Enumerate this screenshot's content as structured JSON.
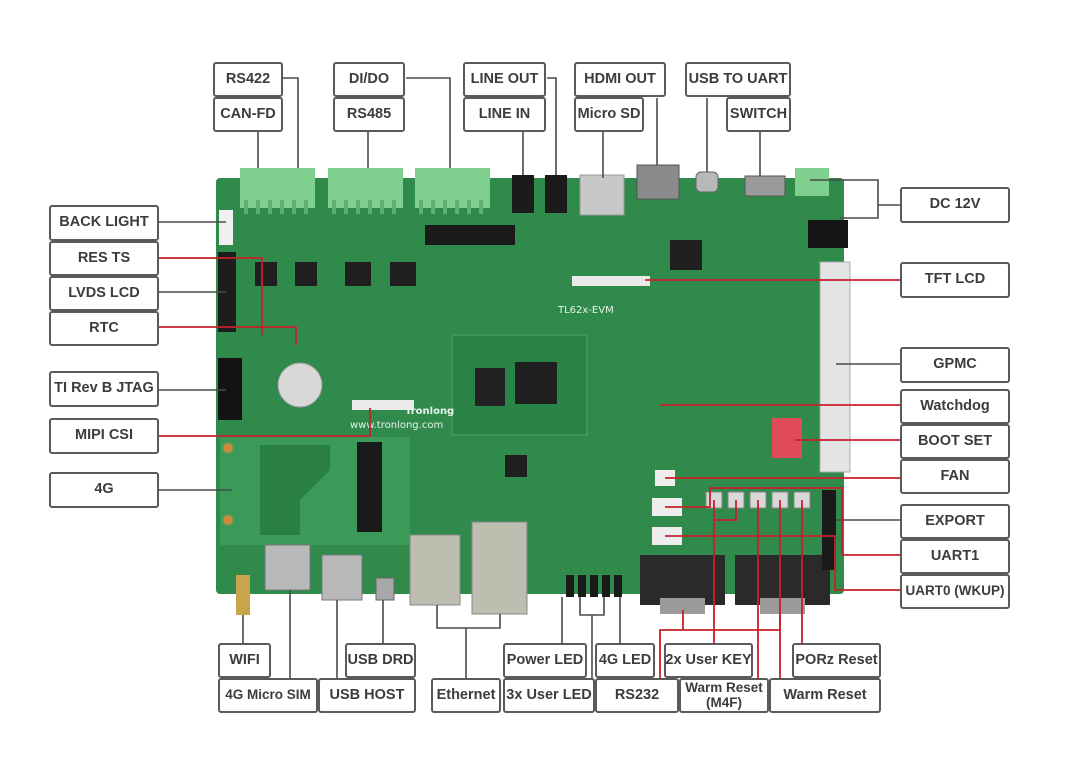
{
  "board": {
    "model": "TL62x-EVM",
    "brand": "Tronlong",
    "website": "www.tronlong.com",
    "colors": {
      "pcb": "#2f8a4c",
      "pcb_dark": "#1f6b38",
      "terminal": "#7fd08f",
      "wire_black": "#4a4a4a",
      "wire_red": "#c8202a"
    }
  },
  "labels": {
    "top": {
      "rs422": "RS422",
      "can_fd": "CAN-FD",
      "di_do": "DI/DO",
      "rs485": "RS485",
      "line_out": "LINE OUT",
      "line_in": "LINE IN",
      "hdmi_out": "HDMI OUT",
      "micro_sd": "Micro SD",
      "usb_to_uart": "USB TO UART",
      "switch": "SWITCH"
    },
    "left": {
      "back_light": "BACK LIGHT",
      "res_ts": "RES TS",
      "lvds_lcd": "LVDS LCD",
      "rtc": "RTC",
      "jtag": "TI Rev B JTAG",
      "mipi_csi": "MIPI CSI",
      "g4": "4G"
    },
    "right": {
      "dc12v": "DC 12V",
      "tft_lcd": "TFT LCD",
      "gpmc": "GPMC",
      "watchdog": "Watchdog",
      "boot_set": "BOOT SET",
      "fan": "FAN",
      "export": "EXPORT",
      "uart1": "UART1",
      "uart0": "UART0 (WKUP)"
    },
    "bottom": {
      "wifi": "WIFI",
      "sim": "4G Micro SIM",
      "usb_drd": "USB DRD",
      "usb_host": "USB HOST",
      "ethernet": "Ethernet",
      "power_led": "Power LED",
      "user_led": "3x User LED",
      "led_4g": "4G LED",
      "rs232": "RS232",
      "user_key": "2x User KEY",
      "warm_reset_m4f": "Warm Reset\n(M4F)",
      "porz_reset": "PORz Reset",
      "warm_reset": "Warm Reset"
    }
  }
}
